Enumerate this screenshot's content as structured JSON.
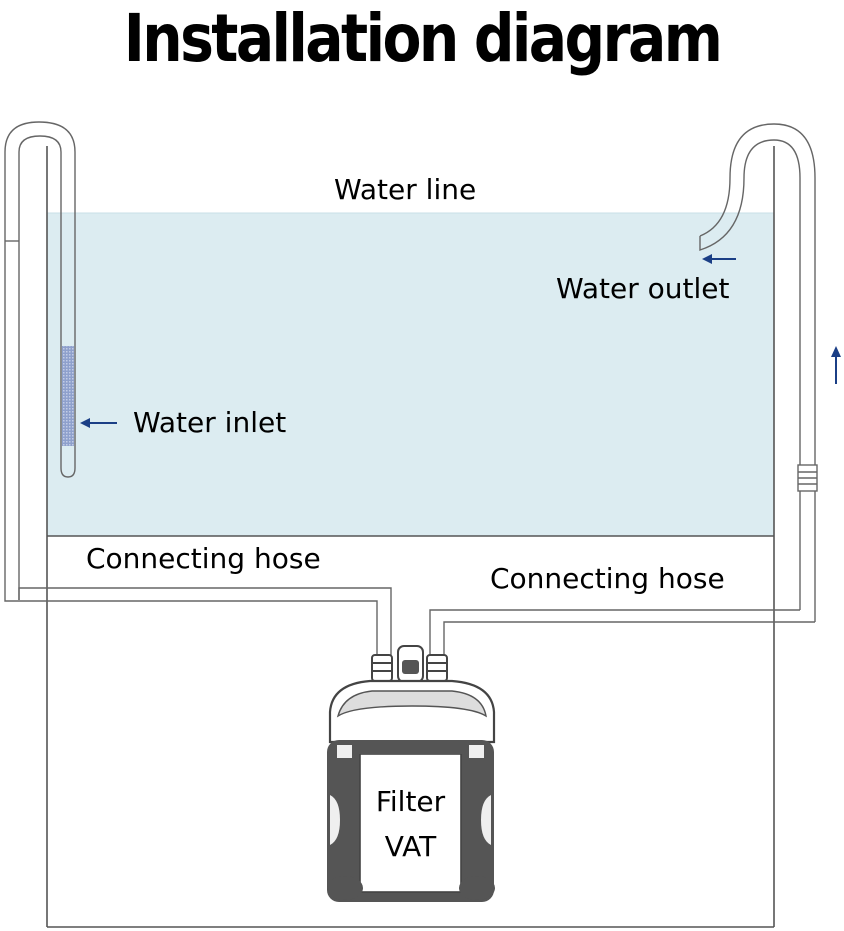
{
  "title": "Installation diagram",
  "labels": {
    "water_line": "Water line",
    "water_outlet": "Water outlet",
    "water_inlet": "Water inlet",
    "connecting_hose_left": "Connecting hose",
    "connecting_hose_right": "Connecting hose",
    "filter_line1": "Filter",
    "filter_line2": "VAT"
  },
  "colors": {
    "water": "#dcecf1",
    "outline": "#444444",
    "arrow": "#1b3f86",
    "strainer": "#8ea0cc",
    "filter_dark": "#555555",
    "filter_light": "#efefef"
  },
  "icons": {
    "inlet_arrow": "arrow-left-icon",
    "outlet_arrow": "arrow-left-icon",
    "flow_arrow": "arrow-up-icon"
  }
}
